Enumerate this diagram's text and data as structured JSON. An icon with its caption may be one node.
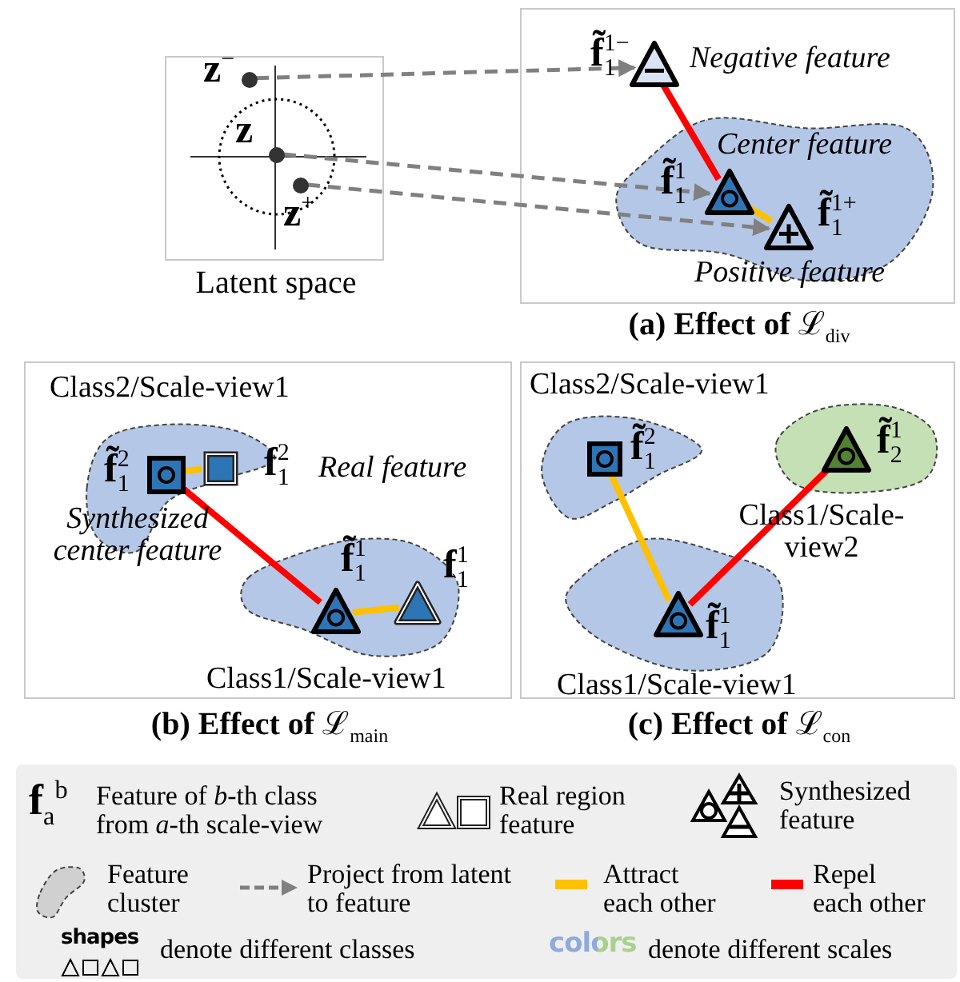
{
  "diagram": {
    "nodes": [
      {
        "text": [
          "Latent space"
        ]
      },
      {
        "text": [
          "**z**$^{−}$"
        ],
        "in": 0
      },
      {
        "text": [
          "**z**"
        ],
        "in": 0
      },
      {
        "text": [
          "**z**$^{+}$"
        ],
        "in": 0
      },
      {
        "text": [
          "**(a) Effect of** ℒ$_{div}$"
        ]
      },
      {
        "text": [],
        "shape": "cloud",
        "in": 4
      },
      {
        "text": [],
        "shape": "triangle",
        "in": 4,
        "beside": [
          "**f̃**$_{1}$$^{1−}$",
          "Negative feature"
        ]
      },
      {
        "text": [],
        "shape": "triangle",
        "in": 5,
        "beside": [
          "**f̃**$_{1}$$^{1}$",
          "Center feature"
        ]
      },
      {
        "text": [],
        "shape": "triangle",
        "in": 5,
        "beside": [
          "**f̃**$_{1}$$^{1+}$",
          "Positive feature"
        ]
      },
      {
        "text": [
          "**(b) Effect of** ℒ$_{main}$"
        ]
      },
      {
        "text": [],
        "shape": "cloud",
        "in": 9,
        "beside": [
          "Class2/Scale-view1"
        ]
      },
      {
        "text": [],
        "shape": "square",
        "in": 10,
        "beside": [
          "**f̃**$_{1}$$^{2}$",
          "Synthesized center feature"
        ]
      },
      {
        "text": [],
        "shape": "square",
        "in": 10,
        "beside": [
          "**f**$_{1}$$^{2}$",
          "Real feature"
        ]
      },
      {
        "text": [],
        "shape": "cloud",
        "in": 9,
        "beside": [
          "Class1/Scale-view1"
        ]
      },
      {
        "text": [],
        "shape": "triangle",
        "in": 13,
        "beside": [
          "**f̃**$_{1}$$^{1}$"
        ]
      },
      {
        "text": [],
        "shape": "triangle",
        "in": 13,
        "beside": [
          "**f**$_{1}$$^{1}$"
        ]
      },
      {
        "text": [
          "**(c) Effect of** ℒ$_{con}$"
        ]
      },
      {
        "text": [],
        "shape": "cloud",
        "in": 16,
        "beside": [
          "Class2/Scale-view1"
        ]
      },
      {
        "text": [],
        "shape": "square",
        "in": 17,
        "beside": [
          "**f̃**$_{1}$$^{2}$"
        ]
      },
      {
        "text": [],
        "shape": "cloud",
        "in": 16,
        "beside": [
          "Class1/Scale-view2"
        ]
      },
      {
        "text": [],
        "shape": "triangle",
        "in": 19,
        "beside": [
          "**f̃**$_{2}$$^{1}$"
        ]
      },
      {
        "text": [],
        "shape": "cloud",
        "in": 16,
        "beside": [
          "Class1/Scale-view1"
        ]
      },
      {
        "text": [],
        "shape": "triangle",
        "in": 21,
        "beside": [
          "**f̃**$_{1}$$^{1}$"
        ]
      }
    ],
    "edges": [
      {
        "from": 1,
        "to": 6,
        "arrow": "to",
        "style": "dashed",
        "color": "#808080"
      },
      {
        "from": 2,
        "to": 7,
        "arrow": "to",
        "style": "dashed",
        "color": "#808080"
      },
      {
        "from": 3,
        "to": 8,
        "arrow": "to",
        "style": "dashed",
        "color": "#808080"
      },
      {
        "from": 6,
        "to": 7,
        "arrow": "none",
        "color": "#ff0000"
      },
      {
        "from": 7,
        "to": 8,
        "arrow": "none",
        "color": "#ffc000"
      },
      {
        "from": 11,
        "to": 12,
        "arrow": "none",
        "color": "#ffc000"
      },
      {
        "from": 11,
        "to": 14,
        "arrow": "none",
        "color": "#ff0000"
      },
      {
        "from": 14,
        "to": 15,
        "arrow": "none",
        "color": "#ffc000"
      },
      {
        "from": 18,
        "to": 22,
        "arrow": "none",
        "color": "#ffc000"
      },
      {
        "from": 22,
        "to": 20,
        "arrow": "none",
        "color": "#ff0000"
      }
    ],
    "labels": [
      "**f**$_{a}$$^{b}$",
      "shapes",
      "colors"
    ],
    "legend": [
      {
        "text": "Feature of *b*-th class from *a*-th scale-view"
      },
      {
        "text": "Real region feature"
      },
      {
        "text": "Synthesized feature"
      },
      {
        "text": "Feature cluster"
      },
      {
        "text": "Project from latent to feature"
      },
      {
        "text": "Attract each other",
        "color": "#ffc000"
      },
      {
        "text": "Repel each other",
        "color": "#ff0000"
      },
      {
        "text": "denote different classes"
      },
      {
        "text": "denote different scales"
      }
    ]
  }
}
